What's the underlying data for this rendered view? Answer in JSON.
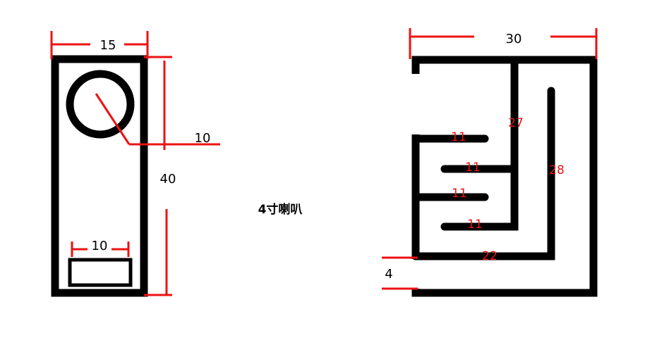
{
  "colors": {
    "outline": "#000000",
    "dimension": "#ee1111",
    "background": "#ffffff"
  },
  "left_view": {
    "width_label": "15",
    "height_label": "40",
    "radius_label": "10",
    "port_label": "10"
  },
  "center": {
    "title": "4寸喇叭"
  },
  "right_view": {
    "width_label": "30",
    "gap_label": "4",
    "labels": {
      "fin1": "11",
      "fin2": "11",
      "fin3": "11",
      "fin4": "11",
      "inner_vertical": "27",
      "outer_vertical": "28",
      "bottom": "22"
    }
  }
}
